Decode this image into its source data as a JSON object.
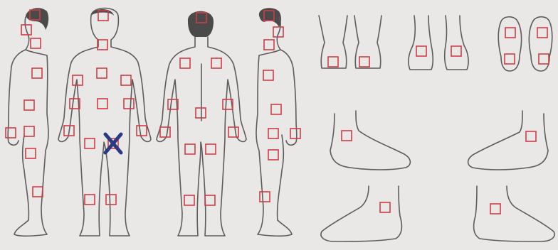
{
  "colors": {
    "paper": "#e9e8e6",
    "outline": "#5c5c5c",
    "site_box": "#cc3f47",
    "selection_mark": "#2b3a82"
  },
  "diagram": {
    "type": "body-site-selection-chart",
    "views": [
      "left-side",
      "front",
      "back",
      "right-side",
      "feet-top",
      "feet-front",
      "feet-soles",
      "foot-outer-left",
      "foot-outer-right",
      "foot-inner-left",
      "foot-inner-right"
    ],
    "sites_total": 57,
    "selected_mark_icon": "x-mark-icon",
    "selected_site": "front-right-thigh"
  }
}
